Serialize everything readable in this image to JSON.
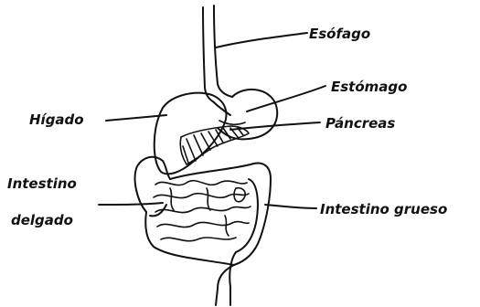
{
  "diagram": {
    "labels": {
      "esofago": "Esófago",
      "estomago": "Estómago",
      "higado": "Hígado",
      "pancreas": "Páncreas",
      "intestino_delgado_line1": "Intestino",
      "intestino_delgado_line2": "delgado",
      "intestino_grueso": "Intestino grueso"
    },
    "colors": {
      "ink": "#111111",
      "background": "#ffffff"
    }
  }
}
